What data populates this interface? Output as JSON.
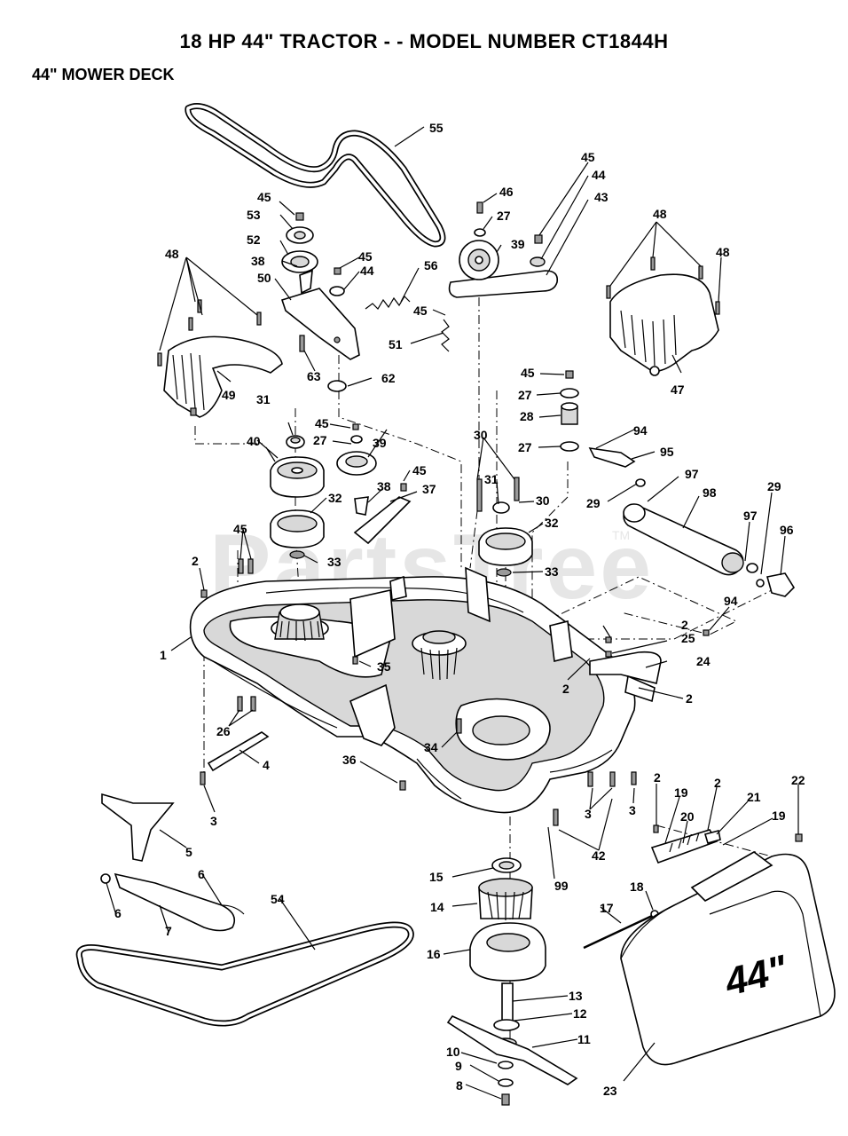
{
  "header": {
    "title": "18 HP 44\" TRACTOR - - MODEL NUMBER CT1844H",
    "subtitle": "44\" MOWER DECK"
  },
  "watermark": {
    "text": "PartsTree",
    "tm": "TM"
  },
  "callouts": {
    "c1": "1",
    "c2": "2",
    "c3": "3",
    "c4": "4",
    "c5": "5",
    "c6": "6",
    "c7": "7",
    "c8": "8",
    "c9": "9",
    "c10": "10",
    "c11": "11",
    "c12": "12",
    "c13": "13",
    "c14": "14",
    "c15": "15",
    "c16": "16",
    "c17": "17",
    "c18": "18",
    "c19": "19",
    "c20": "20",
    "c21": "21",
    "c22": "22",
    "c23": "23",
    "c24": "24",
    "c25": "25",
    "c26": "26",
    "c27": "27",
    "c28": "28",
    "c29": "29",
    "c30": "30",
    "c31": "31",
    "c32": "32",
    "c33": "33",
    "c34": "34",
    "c35": "35",
    "c36": "36",
    "c37": "37",
    "c38": "38",
    "c39": "39",
    "c40": "40",
    "c42": "42",
    "c43": "43",
    "c44": "44",
    "c45": "45",
    "c46": "46",
    "c47": "47",
    "c48": "48",
    "c49": "49",
    "c50": "50",
    "c51": "51",
    "c52": "52",
    "c53": "53",
    "c54": "54",
    "c55": "55",
    "c56": "56",
    "c62": "62",
    "c63": "63",
    "c94": "94",
    "c95": "95",
    "c96": "96",
    "c97": "97",
    "c98": "98",
    "c99": "99"
  },
  "part_markings": {
    "deflector_size": "44\""
  }
}
